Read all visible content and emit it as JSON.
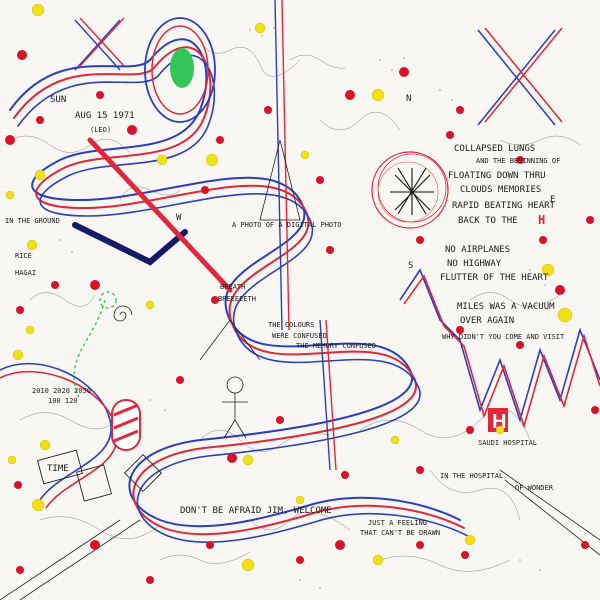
{
  "artwork": {
    "colors": {
      "ink": "#1b1b1b",
      "red": "#e0283a",
      "blue": "#2b3fbf",
      "yellow": "#f2df18",
      "green": "#35c65a",
      "navy": "#141a66",
      "orange_red": "#f0502a",
      "paper": "#f8f7f3"
    },
    "texts": {
      "sun": "SUN",
      "date": "AUG 15 1971",
      "leo": "(LEO)",
      "ground": "IN THE GROUND",
      "rice": "RICE",
      "hagai": "HAGAI",
      "breath": "BREATH",
      "breeeeeth": "BREEEEETH",
      "photo": "A PHOTO OF A DIGITAL PHOTO",
      "collapsed_lungs": "COLLAPSED LUNGS",
      "beginning": "AND THE BEGINNING OF",
      "floating": "FLOATING DOWN THRU",
      "clouds": "CLOUDS MEMORIES",
      "rapid": "RAPID BEATING HEART",
      "back_to": "BACK TO THE",
      "h_letter": "H",
      "no_airplanes": "NO AIRPLANES",
      "no_highway": "NO HIGHWAY",
      "flutter": "FLUTTER OF THE HEART",
      "miles": "MILES WAS A VACUUM",
      "over_again": "OVER AGAIN",
      "why_didnt": "WHY DIDN'T YOU COME AND VISIT",
      "colours": "THE COLOURS",
      "confused": "WERE CONFUSED",
      "memory": "THE MEMORY CONFUSED",
      "time": "TIME",
      "years": "2010 2020 2050",
      "years2": "100 120",
      "dont_be_afraid": "DON'T BE AFRAID JIM, WELCOME",
      "feeling": "JUST A FEELING",
      "cant_drawn": "THAT CAN'T BE DRAWN",
      "hospital": "SAUDI HOSPITAL",
      "in_hospital": "IN THE HOSPITAL",
      "wonder": "OF WONDER",
      "compass_n": "N",
      "compass_s": "S",
      "compass_e": "E",
      "compass_w": "W"
    }
  }
}
